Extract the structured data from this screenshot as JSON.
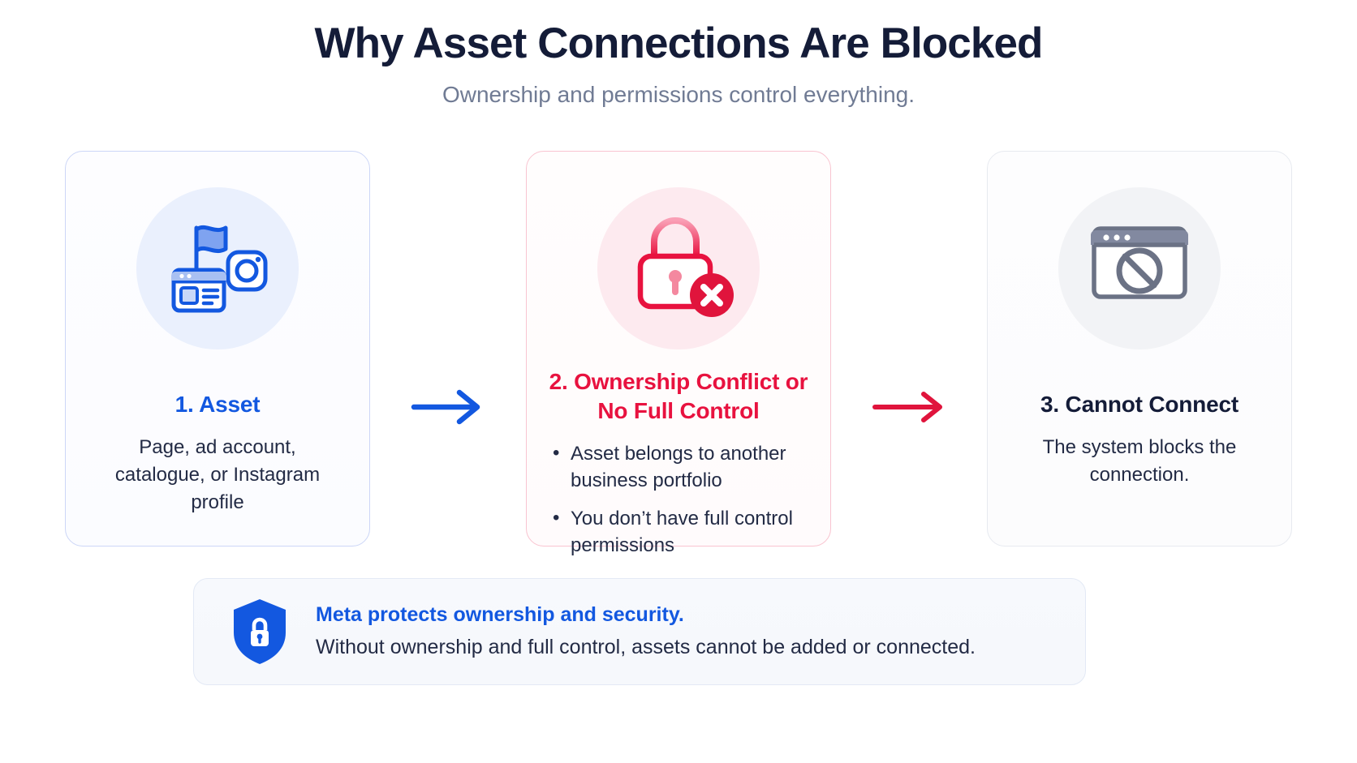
{
  "header": {
    "title": "Why Asset Connections Are Blocked",
    "subtitle": "Ownership and permissions control everything."
  },
  "colors": {
    "title_navy": "#141c38",
    "subtitle_gray": "#707b94",
    "blue_accent": "#1358e0",
    "red_accent": "#e8123f",
    "body_navy": "#232b45",
    "card_blue_border": "#ccd6f7",
    "card_red_border": "#f9c4d0",
    "card_gray_border": "#e7eaf0",
    "circle_blue_bg": "#eaf0fd",
    "circle_red_bg": "#fdeaef",
    "circle_gray_bg": "#f2f3f6",
    "gray_icon": "#6b7285",
    "banner_bg": "#f7f9fd",
    "banner_border": "#e3e9f5"
  },
  "steps": [
    {
      "id": "asset",
      "icon": "flag-instagram-page-icon",
      "title": "1. Asset",
      "description": "Page, ad account, catalogue, or Instagram profile",
      "bullets": []
    },
    {
      "id": "ownership-conflict",
      "icon": "locked-padlock-error-icon",
      "title": "2. Ownership Conflict or No Full Control",
      "description": "",
      "bullets": [
        "Asset belongs to another business portfolio",
        "You don’t have full control permissions"
      ]
    },
    {
      "id": "cannot-connect",
      "icon": "blocked-browser-window-icon",
      "title": "3. Cannot Connect",
      "description": "The system blocks the connection.",
      "bullets": []
    }
  ],
  "arrows": [
    {
      "id": "arrow-1",
      "icon": "arrow-right-icon",
      "color": "#1358e0"
    },
    {
      "id": "arrow-2",
      "icon": "arrow-right-icon",
      "color": "#e0143c"
    }
  ],
  "footer": {
    "icon": "shield-lock-icon",
    "headline": "Meta protects ownership and security.",
    "subtext": "Without ownership and full control, assets cannot be added or connected."
  }
}
